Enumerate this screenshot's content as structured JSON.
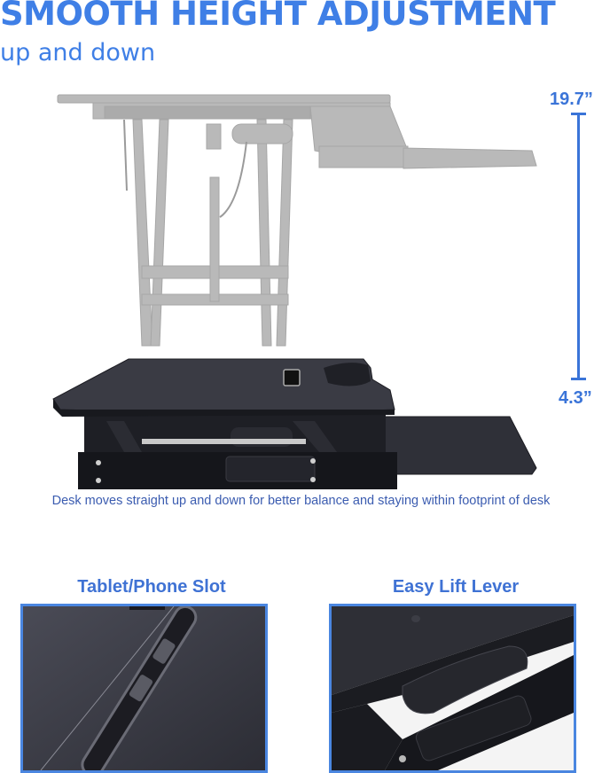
{
  "header": {
    "title": "SMOOTH HEIGHT ADJUSTMENT",
    "subtitle": "up and down"
  },
  "dimension": {
    "max_height": "19.7”",
    "min_height": "4.3”"
  },
  "hero_image": {
    "description": "Standing desk converter shown raised (ghosted gray) and lowered (black) with keyboard tray"
  },
  "caption": "Desk moves straight up and down for better balance and staying within footprint of desk",
  "features": [
    {
      "title": "Tablet/Phone Slot",
      "image": "close-up of tablet/phone slot on desk surface"
    },
    {
      "title": "Easy Lift Lever",
      "image": "close-up of lift lever under desk surface"
    }
  ],
  "colors": {
    "accent_blue": "#3f7fe6",
    "caption_blue": "#3b5cb0",
    "border_blue": "#4a86e0",
    "desk_black": "#2f3038",
    "ghost_gray": "#b9b9b9"
  }
}
